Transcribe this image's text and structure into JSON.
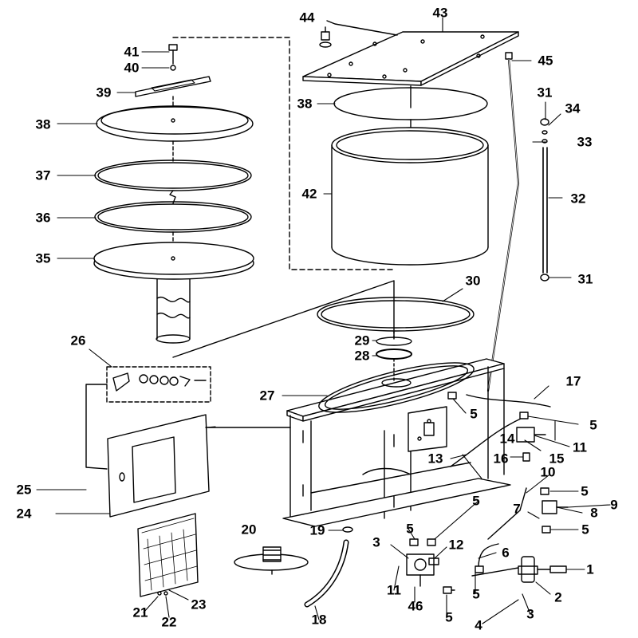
{
  "callouts": [
    {
      "id": "c44a",
      "text": "44"
    },
    {
      "id": "c43",
      "text": "43"
    },
    {
      "id": "c41",
      "text": "41"
    },
    {
      "id": "c40",
      "text": "40"
    },
    {
      "id": "c45",
      "text": "45"
    },
    {
      "id": "c39",
      "text": "39"
    },
    {
      "id": "c38a",
      "text": "38"
    },
    {
      "id": "c38b",
      "text": "38"
    },
    {
      "id": "c31a",
      "text": "31"
    },
    {
      "id": "c34",
      "text": "34"
    },
    {
      "id": "c33",
      "text": "33"
    },
    {
      "id": "c37",
      "text": "37"
    },
    {
      "id": "c42",
      "text": "42"
    },
    {
      "id": "c32",
      "text": "32"
    },
    {
      "id": "c36",
      "text": "36"
    },
    {
      "id": "c35",
      "text": "35"
    },
    {
      "id": "c31b",
      "text": "31"
    },
    {
      "id": "c30",
      "text": "30"
    },
    {
      "id": "c26",
      "text": "26"
    },
    {
      "id": "c29",
      "text": "29"
    },
    {
      "id": "c28",
      "text": "28"
    },
    {
      "id": "c17",
      "text": "17"
    },
    {
      "id": "c27",
      "text": "27"
    },
    {
      "id": "c5a",
      "text": "5"
    },
    {
      "id": "c5b",
      "text": "5"
    },
    {
      "id": "c14",
      "text": "14"
    },
    {
      "id": "c11a",
      "text": "11"
    },
    {
      "id": "c13",
      "text": "13"
    },
    {
      "id": "c15",
      "text": "15"
    },
    {
      "id": "c16",
      "text": "16"
    },
    {
      "id": "c10",
      "text": "10"
    },
    {
      "id": "c25",
      "text": "25"
    },
    {
      "id": "c5c",
      "text": "5"
    },
    {
      "id": "c5d",
      "text": "5"
    },
    {
      "id": "c9",
      "text": "9"
    },
    {
      "id": "c24",
      "text": "24"
    },
    {
      "id": "c7",
      "text": "7"
    },
    {
      "id": "c8",
      "text": "8"
    },
    {
      "id": "c20",
      "text": "20"
    },
    {
      "id": "c5e",
      "text": "5"
    },
    {
      "id": "c19",
      "text": "19"
    },
    {
      "id": "c5f",
      "text": "5"
    },
    {
      "id": "c3a",
      "text": "3"
    },
    {
      "id": "c12",
      "text": "12"
    },
    {
      "id": "c6",
      "text": "6"
    },
    {
      "id": "c1",
      "text": "1"
    },
    {
      "id": "c11b",
      "text": "11"
    },
    {
      "id": "c5g",
      "text": "5"
    },
    {
      "id": "c2",
      "text": "2"
    },
    {
      "id": "c46",
      "text": "46"
    },
    {
      "id": "c23",
      "text": "23"
    },
    {
      "id": "c21",
      "text": "21"
    },
    {
      "id": "c3b",
      "text": "3"
    },
    {
      "id": "c5h",
      "text": "5"
    },
    {
      "id": "c22",
      "text": "22"
    },
    {
      "id": "c18",
      "text": "18"
    },
    {
      "id": "c4",
      "text": "4"
    }
  ]
}
